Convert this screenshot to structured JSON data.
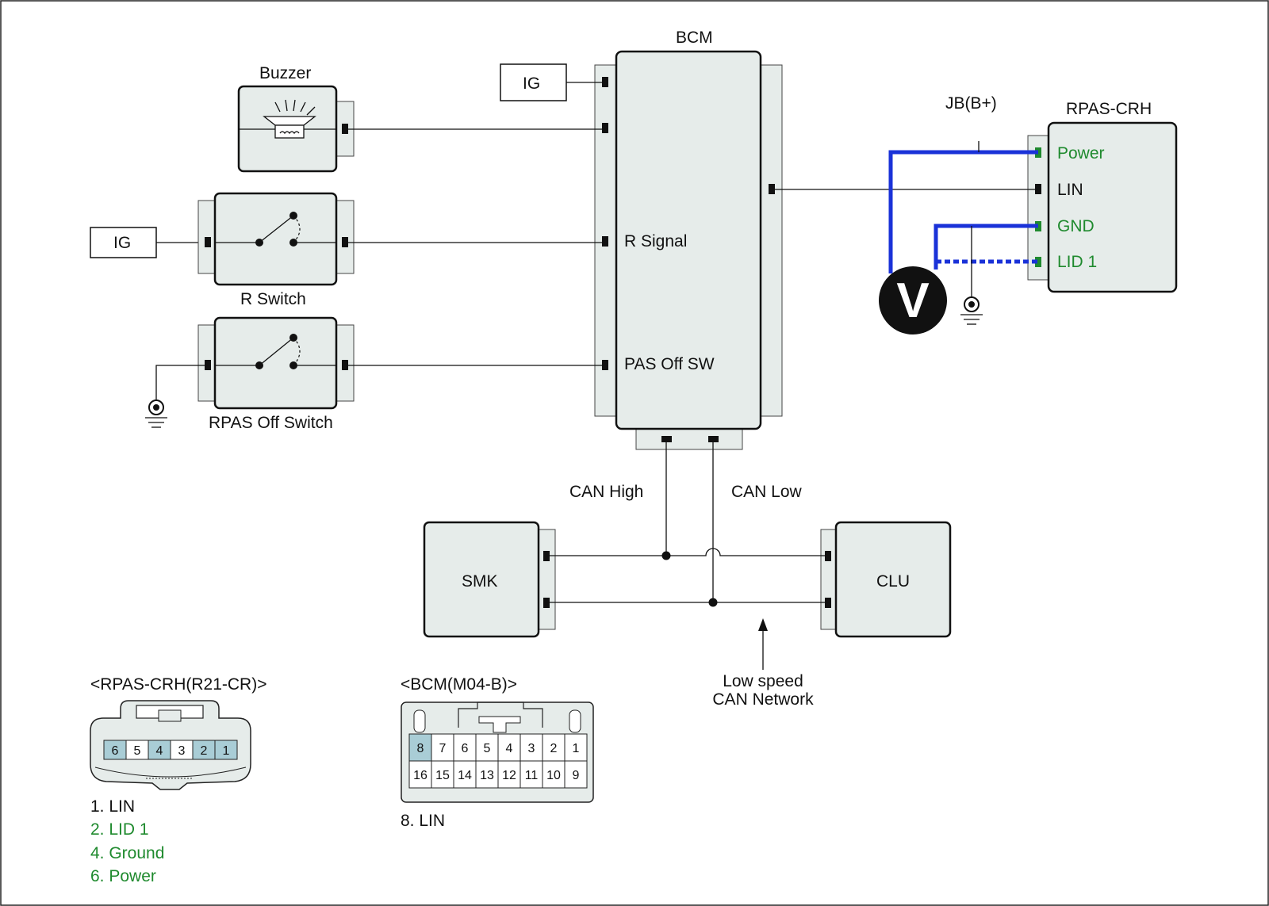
{
  "bcm": {
    "title": "BCM",
    "r_signal": "R Signal",
    "pas_off_sw": "PAS Off SW"
  },
  "ig_top": "IG",
  "ig_left": "IG",
  "buzzer": "Buzzer",
  "r_switch": "R Switch",
  "rpas_off_switch": "RPAS Off Switch",
  "rpas_crh": {
    "title": "RPAS-CRH",
    "jb": "JB(B+)",
    "pins": [
      "Power",
      "LIN",
      "GND",
      "LID 1"
    ]
  },
  "meter": "V",
  "can": {
    "high": "CAN High",
    "low": "CAN Low",
    "note_line1": "Low speed",
    "note_line2": "CAN Network"
  },
  "smk": "SMK",
  "clu": "CLU",
  "rpas_connector": {
    "title": "<RPAS-CRH(R21-CR)>",
    "cells": [
      "6",
      "5",
      "4",
      "3",
      "2",
      "1"
    ],
    "legend": [
      "1. LIN",
      "2. LID 1",
      "4. Ground",
      "6. Power"
    ]
  },
  "bcm_connector": {
    "title": "<BCM(M04-B)>",
    "row1": [
      "8",
      "7",
      "6",
      "5",
      "4",
      "3",
      "2",
      "1"
    ],
    "row2": [
      "16",
      "15",
      "14",
      "13",
      "12",
      "11",
      "10",
      "9"
    ],
    "legend": [
      "8. LIN"
    ]
  },
  "colors": {
    "wire_blue": "#1a32d8",
    "green_text": "#1f8a2e",
    "component_fill": "#e6ecea",
    "pin_highlight": "#a9cdd6"
  },
  "icons": [
    "ground-icon",
    "voltmeter-icon",
    "buzzer-icon",
    "switch-icon"
  ]
}
